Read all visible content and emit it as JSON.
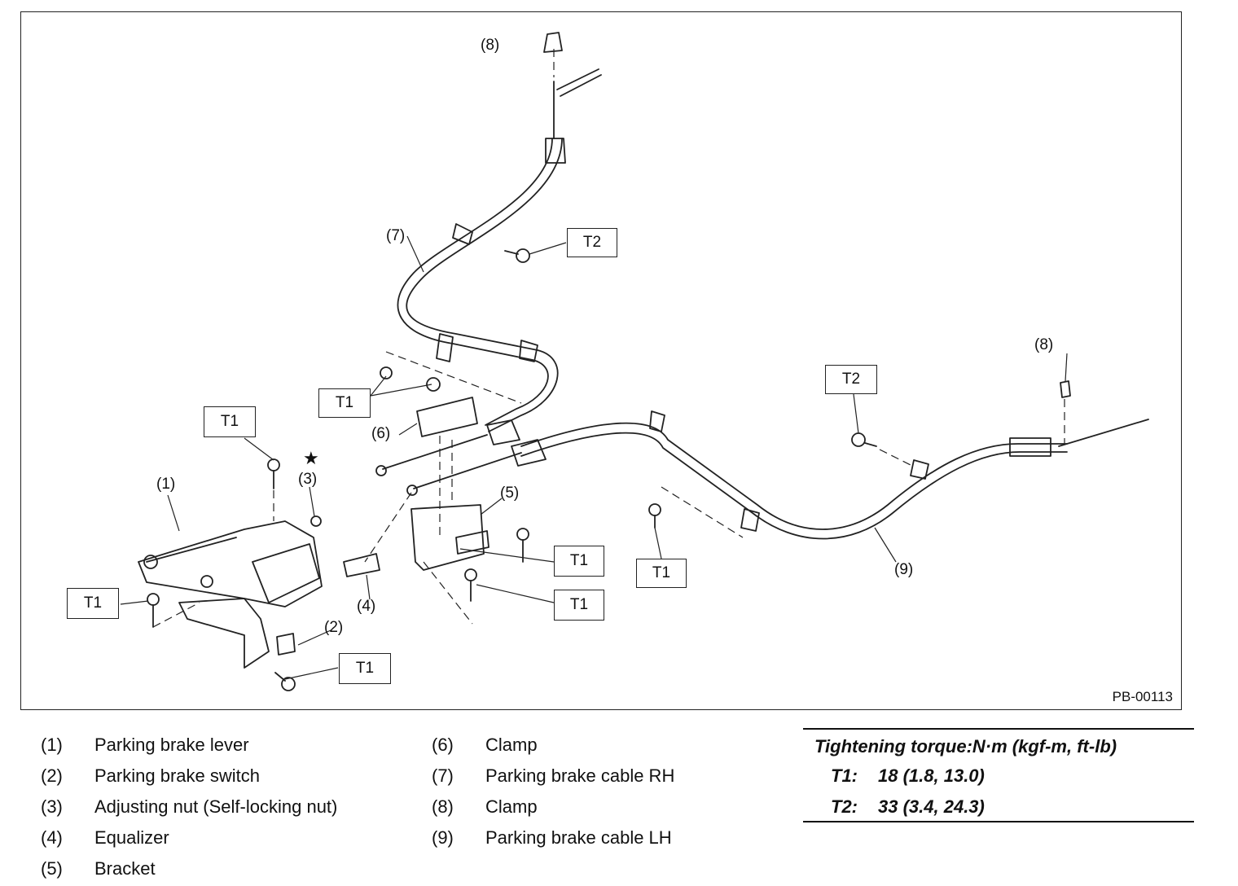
{
  "figure_code": "PB-00113",
  "callouts": {
    "t2_top": "T2",
    "t1_mid": "T1",
    "t1_upper_left": "T1",
    "t1_left": "T1",
    "t1_bottom": "T1",
    "t1_right_a": "T1",
    "t1_right_b": "T1",
    "t1_center": "T1",
    "t2_right": "T2"
  },
  "part_labels": {
    "p8_top": "(8)",
    "p7": "(7)",
    "p6": "(6)",
    "p1": "(1)",
    "p3": "(3)",
    "p5": "(5)",
    "p4": "(4)",
    "p2": "(2)",
    "p8_right": "(8)",
    "p9": "(9)"
  },
  "legend_left": [
    {
      "num": "(1)",
      "text": "Parking brake lever"
    },
    {
      "num": "(2)",
      "text": "Parking brake switch"
    },
    {
      "num": "(3)",
      "text": "Adjusting nut (Self-locking nut)"
    },
    {
      "num": "(4)",
      "text": "Equalizer"
    },
    {
      "num": "(5)",
      "text": "Bracket"
    }
  ],
  "legend_right": [
    {
      "num": "(6)",
      "text": "Clamp"
    },
    {
      "num": "(7)",
      "text": "Parking brake cable RH"
    },
    {
      "num": "(8)",
      "text": "Clamp"
    },
    {
      "num": "(9)",
      "text": "Parking brake cable LH"
    }
  ],
  "torque": {
    "title": "Tightening torque:N·m (kgf-m, ft-lb)",
    "rows": [
      {
        "key": "T1:",
        "value": "18 (1.8, 13.0)"
      },
      {
        "key": "T2:",
        "value": "33 (3.4, 24.3)"
      }
    ]
  }
}
